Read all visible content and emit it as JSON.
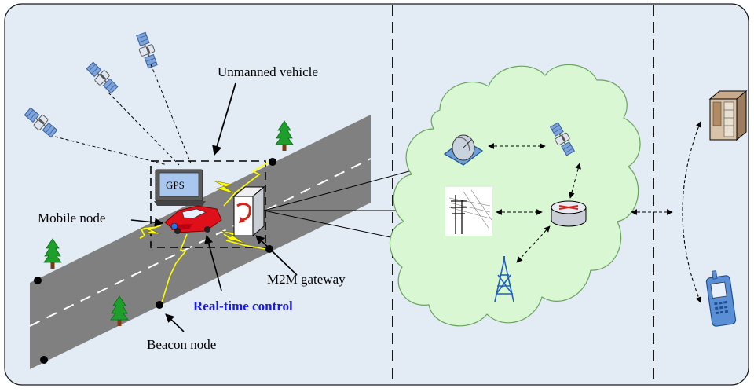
{
  "labels": {
    "unmanned_vehicle": "Unmanned vehicle",
    "gps": "GPS",
    "mobile_node": "Mobile node",
    "m2m_gateway": "M2M gateway",
    "real_time_control": "Real-time control",
    "beacon_node": "Beacon node"
  },
  "colors": {
    "panel_bg": "#e3ebf5",
    "road": "#7f7f7f",
    "cloud": "#d9f7d3",
    "cloud_border": "#69a35e",
    "tree_green": "#1e9e2a",
    "car_red": "#e0101a",
    "label_blue": "#1a1ae6",
    "lightning": "#ffff00",
    "gateway_blue": "#1f5fbf"
  },
  "icons": [
    "satellite-icon",
    "tree-icon",
    "gps-monitor-icon",
    "car-icon",
    "gateway-icon",
    "satellite-dish-icon",
    "antenna-tower-icon",
    "router-icon",
    "cell-tower-icon",
    "server-icon",
    "mobile-phone-icon",
    "lightning-icon",
    "beacon-node-icon"
  ]
}
